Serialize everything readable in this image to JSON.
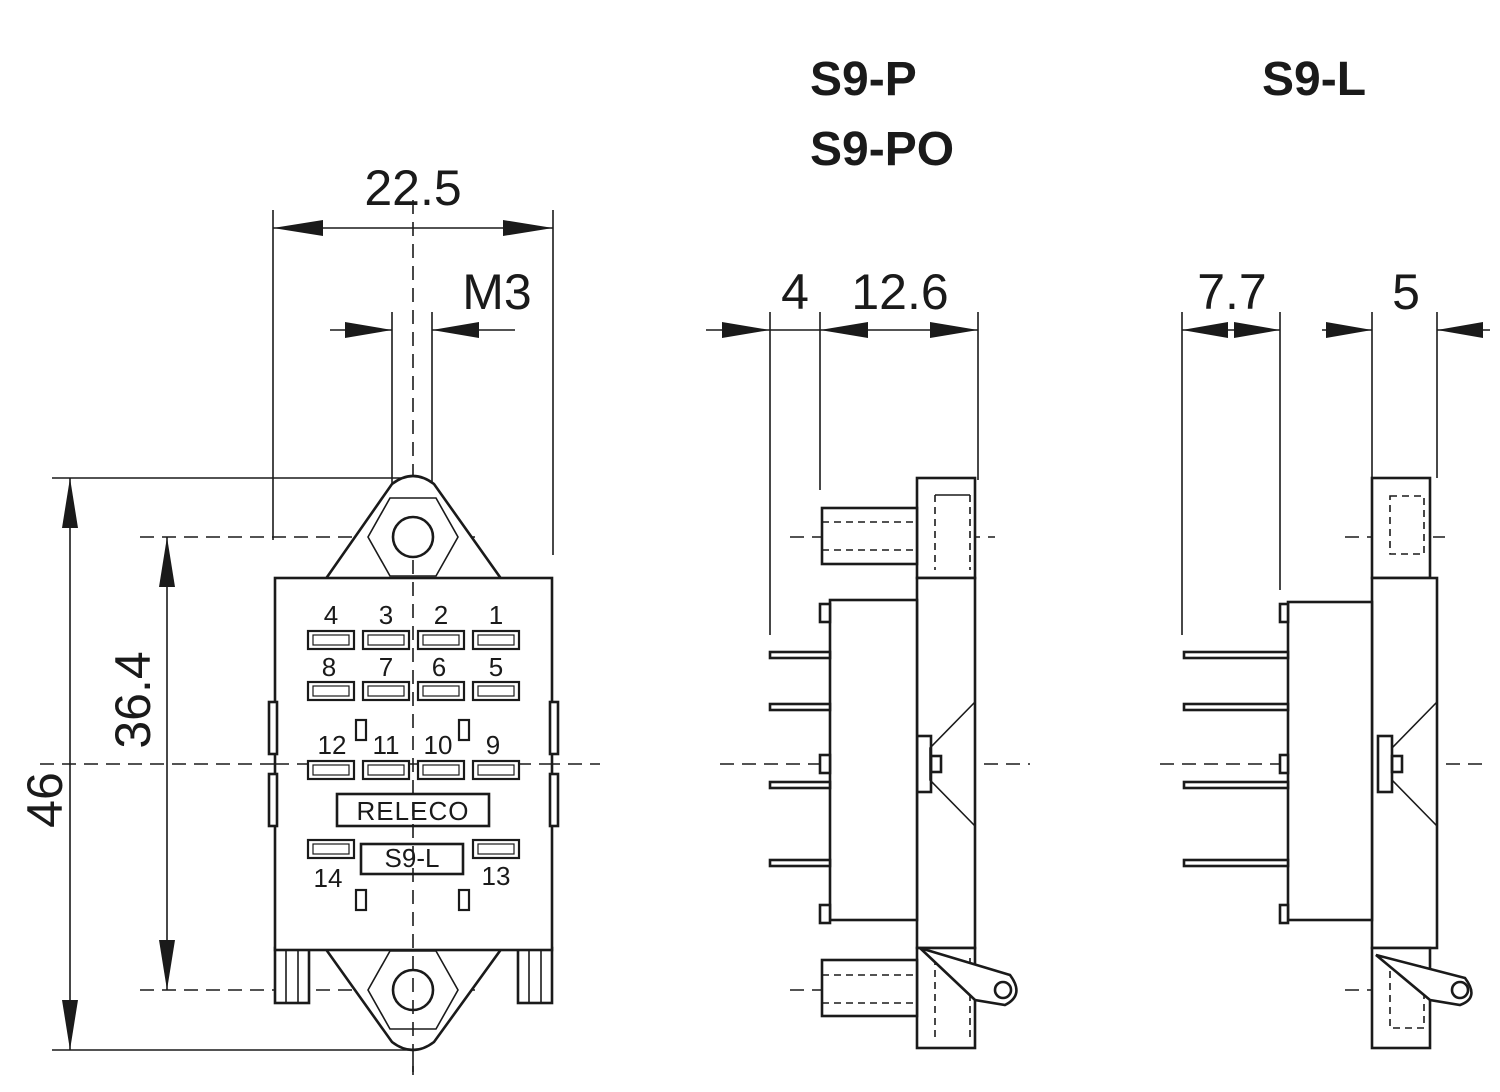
{
  "titles": {
    "side_view_p": "S9-P",
    "side_view_po": "S9-PO",
    "side_view_l": "S9-L"
  },
  "dimensions": {
    "overall_width": "22.5",
    "screw_thread": "M3",
    "overall_height": "46",
    "hole_spacing": "36.4",
    "p_pin_length": "4",
    "p_body_depth": "12.6",
    "l_pin_length": "7.7",
    "l_flange_depth": "5"
  },
  "front_view": {
    "brand": "RELECO",
    "model": "S9-L",
    "terminals": {
      "t1": "1",
      "t2": "2",
      "t3": "3",
      "t4": "4",
      "t5": "5",
      "t6": "6",
      "t7": "7",
      "t8": "8",
      "t9": "9",
      "t10": "10",
      "t11": "11",
      "t12": "12",
      "t13": "13",
      "t14": "14"
    }
  }
}
